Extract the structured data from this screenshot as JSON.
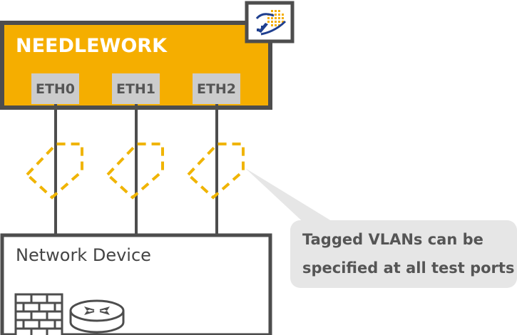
{
  "needlework": {
    "title": "NEEDLEWORK",
    "ports": [
      {
        "label": "ETH0"
      },
      {
        "label": "ETH1"
      },
      {
        "label": "ETH2"
      }
    ]
  },
  "network_device": {
    "label": "Network Device",
    "icons": [
      "firewall-icon",
      "router-icon"
    ]
  },
  "callout": {
    "line1": "Tagged VLANs can be",
    "line2": "specified at all test ports"
  },
  "colors": {
    "brand_yellow": "#f5ae00",
    "outline": "#4d4d4d",
    "port_gray": "#cccccc",
    "callout_bg": "#e6e6e6",
    "vlan_dash": "#f0b400"
  }
}
